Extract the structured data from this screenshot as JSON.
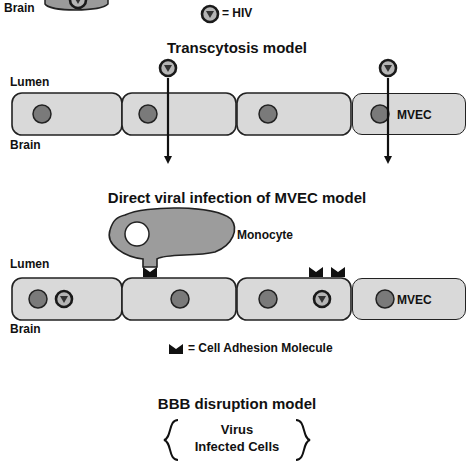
{
  "diagram": {
    "nodes": [
      {
        "text": [
          "MVEC"
        ]
      },
      {
        "text": [
          "Monocyte"
        ]
      },
      {
        "text": [
          "MVEC"
        ]
      }
    ],
    "labels": [
      "Brain",
      "Transcytosis model",
      "Lumen",
      "Brain",
      "Direct viral infection of MVEC model",
      "Lumen",
      "Brain",
      "BBB disruption model",
      "Virus",
      "Infected Cells"
    ],
    "legend": [
      {
        "text": "= HIV"
      },
      {
        "text": "= Cell Adhesion Molecule"
      }
    ]
  }
}
